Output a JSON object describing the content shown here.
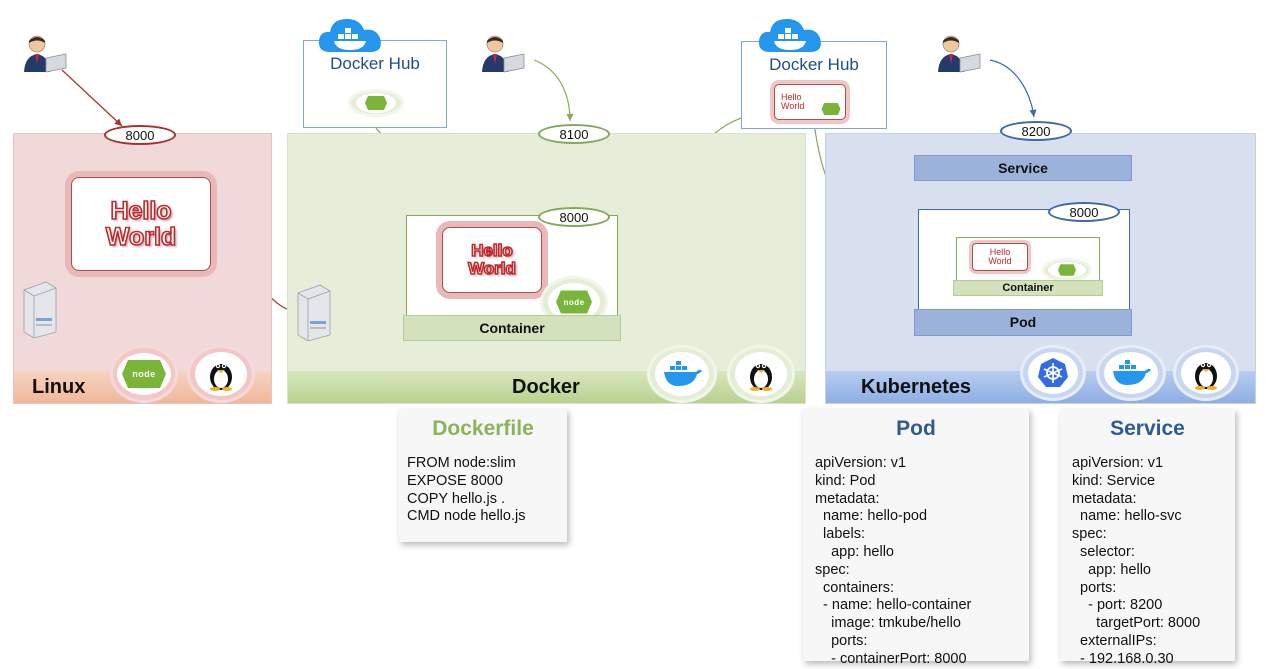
{
  "ports": {
    "linux": "8000",
    "docker_host": "8100",
    "docker_container": "8000",
    "k8s_service": "8200",
    "k8s_pod": "8000"
  },
  "labels": {
    "hello_line1": "Hello",
    "hello_line2": "World",
    "docker_hub": "Docker Hub",
    "container": "Container",
    "service": "Service",
    "pod": "Pod",
    "node_logo": "node"
  },
  "sections": {
    "linux": "Linux",
    "docker": "Docker",
    "kubernetes": "Kubernetes"
  },
  "dockerfile": {
    "title": "Dockerfile",
    "body": "FROM node:slim\nEXPOSE 8000\nCOPY hello.js .\nCMD node hello.js"
  },
  "pod_yaml": {
    "title": "Pod",
    "body": "apiVersion: v1\nkind: Pod\nmetadata:\n  name: hello-pod\n  labels:\n    app: hello\nspec:\n  containers:\n  - name: hello-container\n    image: tmkube/hello\n    ports:\n    - containerPort: 8000"
  },
  "service_yaml": {
    "title": "Service",
    "body": "apiVersion: v1\nkind: Service\nmetadata:\n  name: hello-svc\nspec:\n  selector:\n    app: hello\n  ports:\n    - port: 8200\n      targetPort: 8000\n  externalIPs:\n  - 192.168.0.30"
  },
  "colors": {
    "linux_accent": "#a83232",
    "docker_accent": "#86a85a",
    "k8s_accent": "#3d69a8",
    "hello_red": "#c0282c",
    "dockerfile_title": "#8db35a",
    "k8s_title": "#2e5a96"
  },
  "icons": [
    "user-icon",
    "server-icon",
    "node-logo-icon",
    "linux-penguin-icon",
    "docker-whale-icon",
    "kubernetes-wheel-icon",
    "cloud-icon"
  ]
}
